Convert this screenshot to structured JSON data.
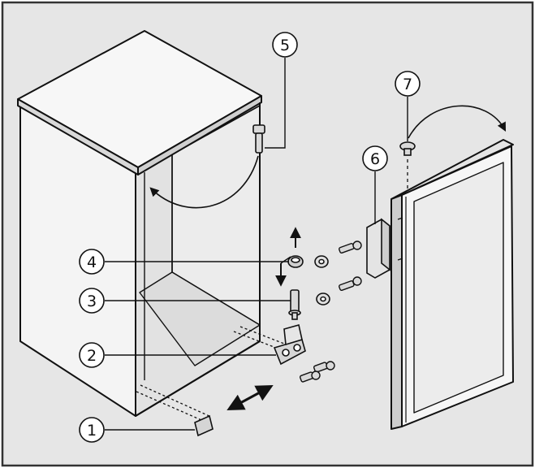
{
  "callouts": [
    {
      "id": "1",
      "label": "1",
      "part": "hinge-cover"
    },
    {
      "id": "2",
      "label": "2",
      "part": "bottom-hinge-bracket"
    },
    {
      "id": "3",
      "label": "3",
      "part": "hinge-pin"
    },
    {
      "id": "4",
      "label": "4",
      "part": "bushing"
    },
    {
      "id": "5",
      "label": "5",
      "part": "top-hinge-pin"
    },
    {
      "id": "6",
      "label": "6",
      "part": "door-hinge-plate"
    },
    {
      "id": "7",
      "label": "7",
      "part": "plug-cap"
    }
  ],
  "colors": {
    "background": "#ffffff",
    "frame_fill": "#e6e6e6",
    "frame_stroke": "#333333",
    "line": "#111111",
    "panel_light": "#f2f2f2",
    "panel_mid": "#dcdcdc",
    "panel_dark": "#c9c9c9"
  }
}
